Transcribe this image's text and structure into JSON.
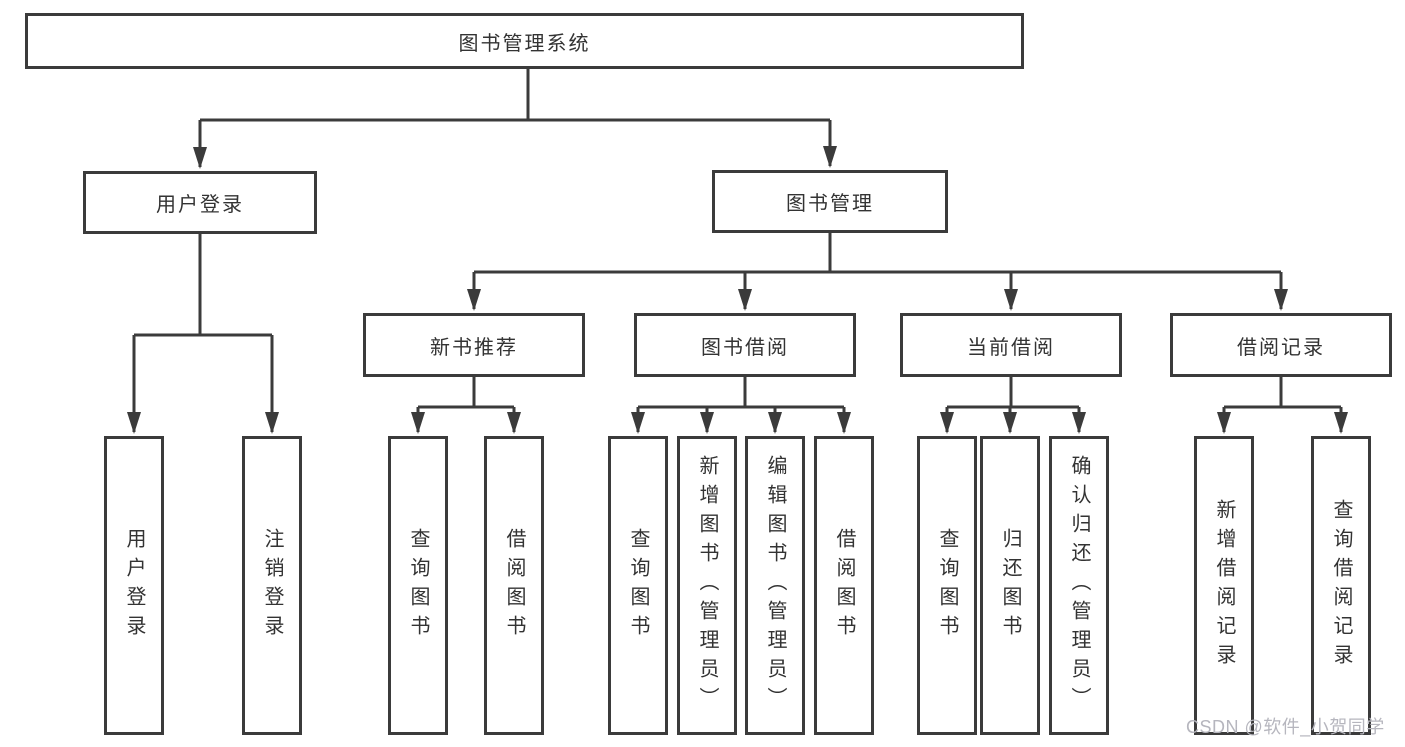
{
  "diagram": {
    "root": {
      "label": "图书管理系统"
    },
    "branches": [
      {
        "label": "用户登录",
        "children": [
          {
            "label": "用户登录"
          },
          {
            "label": "注销登录"
          }
        ]
      },
      {
        "label": "图书管理",
        "children": [
          {
            "label": "新书推荐",
            "children": [
              {
                "label": "查询图书"
              },
              {
                "label": "借阅图书"
              }
            ]
          },
          {
            "label": "图书借阅",
            "children": [
              {
                "label": "查询图书"
              },
              {
                "label": "新增图书（管理员）"
              },
              {
                "label": "编辑图书（管理员）"
              },
              {
                "label": "借阅图书"
              }
            ]
          },
          {
            "label": "当前借阅",
            "children": [
              {
                "label": "查询图书"
              },
              {
                "label": "归还图书"
              },
              {
                "label": "确认归还（管理员）"
              }
            ]
          },
          {
            "label": "借阅记录",
            "children": [
              {
                "label": "新增借阅记录"
              },
              {
                "label": "查询借阅记录"
              }
            ]
          }
        ]
      }
    ]
  },
  "watermark": {
    "text": "CSDN @软件_小贺同学"
  },
  "colors": {
    "line": "#3b3b3b",
    "text": "#333333",
    "background": "#ffffff",
    "watermark": "#b6b6be"
  }
}
